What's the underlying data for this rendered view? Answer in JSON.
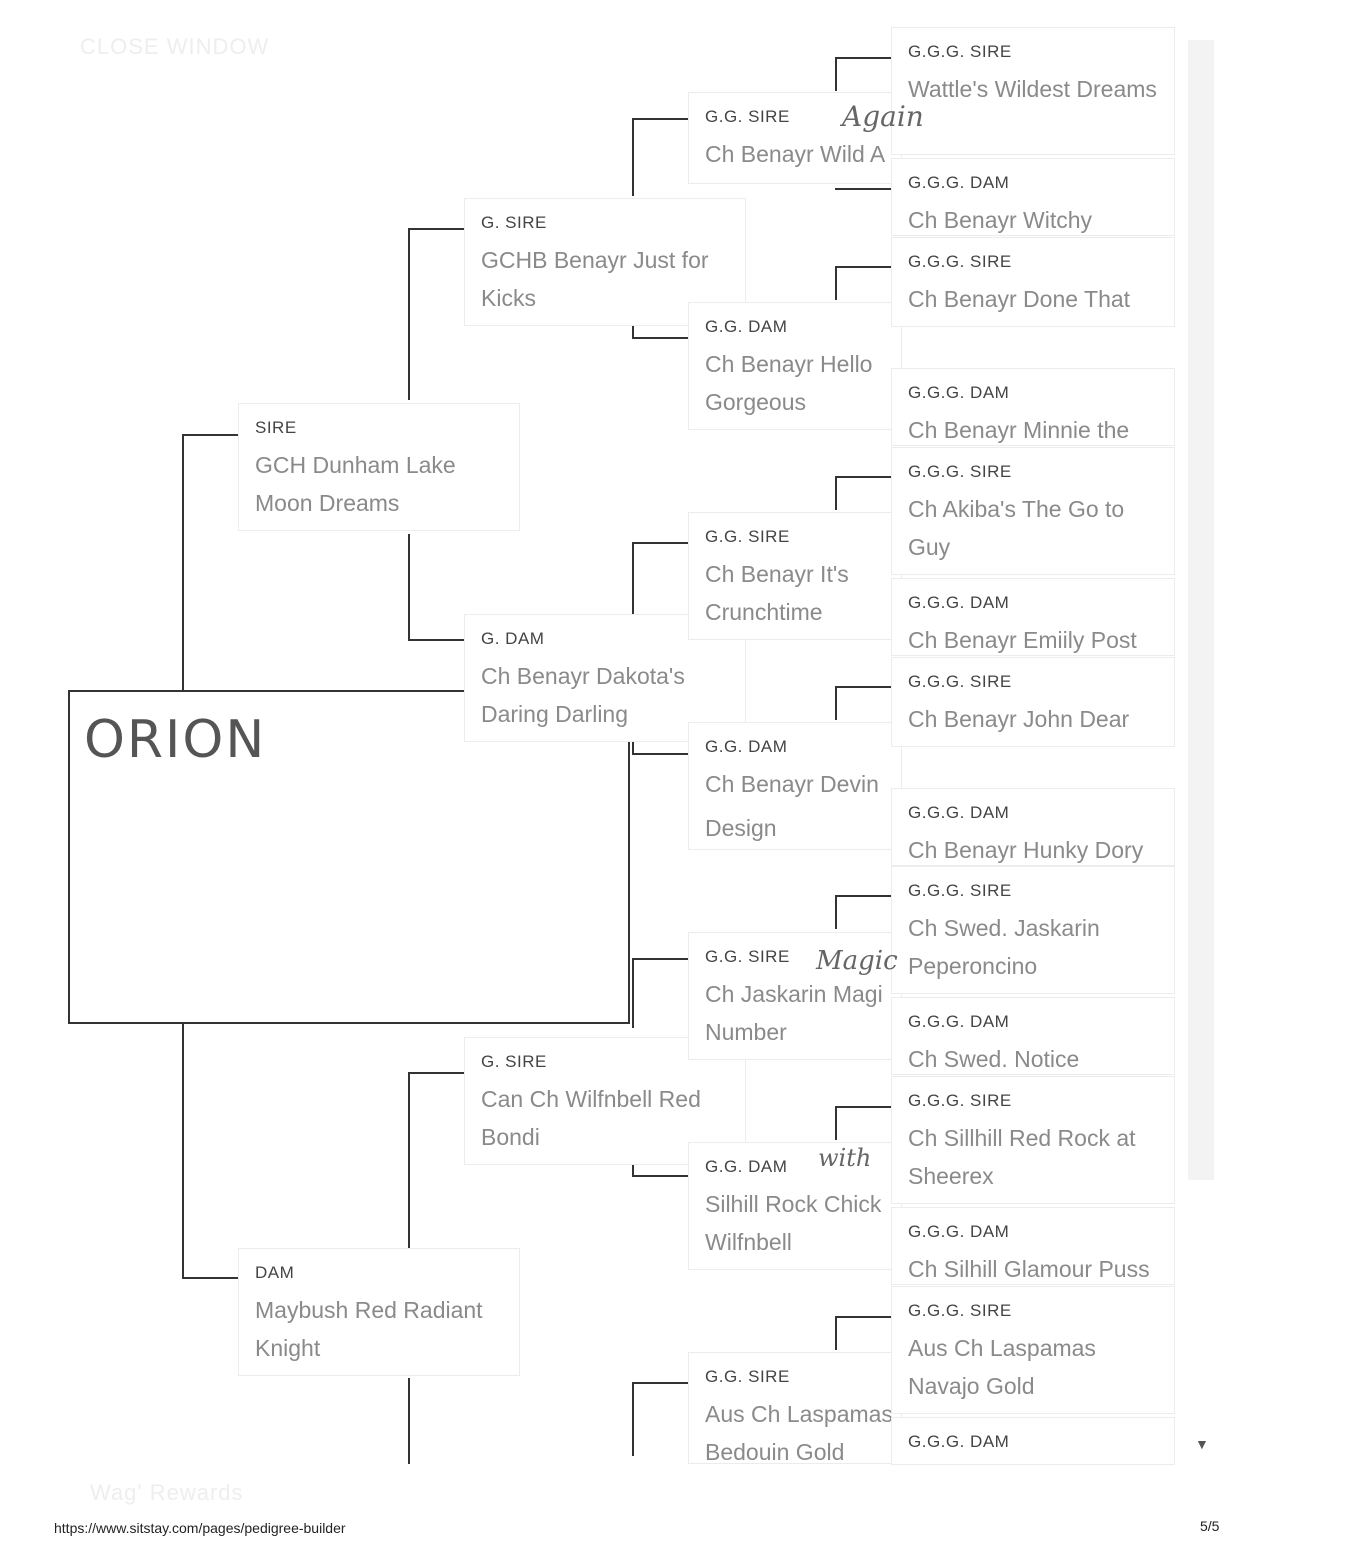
{
  "window": {
    "close_label": "CLOSE WINDOW",
    "rewards_label": "Wag' Rewards"
  },
  "subject": {
    "name": "ORION"
  },
  "sire": {
    "role": "SIRE",
    "name": "GCH Dunham Lake Moon Dreams"
  },
  "dam": {
    "role": "DAM",
    "name": "Maybush Red Radiant Knight"
  },
  "g": [
    {
      "role": "G. SIRE",
      "name": "GCHB Benayr Just for Kicks"
    },
    {
      "role": "G. DAM",
      "name": "Ch Benayr Dakota's Daring Darling"
    },
    {
      "role": "G. SIRE",
      "name": "Can Ch Wilfnbell Red Bondi"
    }
  ],
  "gg": [
    {
      "role": "G.G. SIRE",
      "name": "Ch Benayr Wild A"
    },
    {
      "role": "G.G. DAM",
      "name": "Ch Benayr Hello Gorgeous"
    },
    {
      "role": "G.G. SIRE",
      "name": "Ch Benayr It's Crunchtime"
    },
    {
      "role": "G.G. DAM",
      "name": "Ch Benayr Devin"
    },
    {
      "role": "G.G. SIRE",
      "name": "Ch Jaskarin Magi Number"
    },
    {
      "role": "G.G. DAM",
      "name": "Silhill Rock Chick Wilfnbell"
    },
    {
      "role": "G.G. SIRE",
      "name": "Aus Ch Laspamas Bedouin Gold"
    }
  ],
  "ggg": [
    {
      "role": "G.G.G. SIRE",
      "name": "Wattle's Wildest Dreams"
    },
    {
      "role": "G.G.G. DAM",
      "name": "Ch Benayr Witchy"
    },
    {
      "role": "G.G.G. SIRE",
      "name": "Ch Benayr Done That"
    },
    {
      "role": "G.G.G. DAM",
      "name": "Ch Benayr Minnie the"
    },
    {
      "role": "G.G.G. SIRE",
      "name": "Ch Akiba's The Go to Guy"
    },
    {
      "role": "G.G.G. DAM",
      "name": "Ch Benayr Emiily Post"
    },
    {
      "role": "G.G.G. SIRE",
      "name": "Ch Benayr John Dear"
    },
    {
      "role": "G.G.G. DAM",
      "name": "Ch Benayr Hunky Dory"
    },
    {
      "role": "G.G.G. SIRE",
      "name": "Ch Swed. Jaskarin Peperoncino"
    },
    {
      "role": "G.G.G. DAM",
      "name": "Ch Swed. Notice"
    },
    {
      "role": "G.G.G. SIRE",
      "name": "Ch Sillhill Red Rock at Sheerex"
    },
    {
      "role": "G.G.G. DAM",
      "name": "Ch Silhill Glamour Puss"
    },
    {
      "role": "G.G.G. SIRE",
      "name": "Aus Ch Laspamas Navajo Gold"
    },
    {
      "role": "G.G.G. DAM",
      "name": ""
    }
  ],
  "handwriting": {
    "again": "Again",
    "magic": "Magic",
    "with": "with"
  },
  "footer": {
    "url": "https://www.sitstay.com/pages/pedigree-builder",
    "page": "5/5"
  }
}
